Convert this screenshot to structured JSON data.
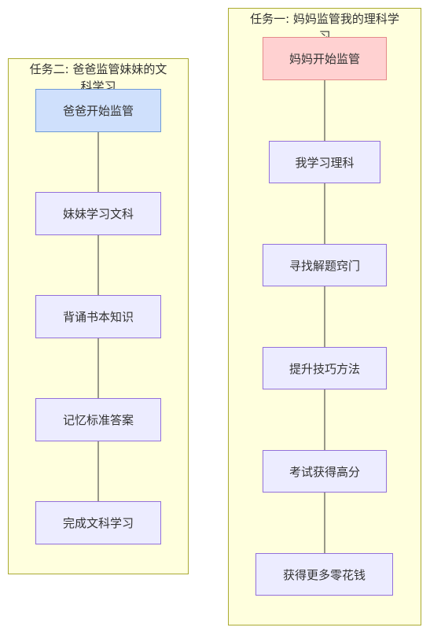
{
  "colors": {
    "cluster_fill": "#ffffde",
    "cluster_border": "#aaaa33",
    "node_fill": "#ececff",
    "node_border": "#9370db",
    "start_dad_fill": "#cfe0fc",
    "start_dad_border": "#6f9bd6",
    "start_mom_fill": "#ffd1d1",
    "start_mom_border": "#e58a8a",
    "edge": "#333333"
  },
  "task2": {
    "title": "任务二: 爸爸监管妹妹的文科学习",
    "nodes": [
      {
        "label": "爸爸开始监管"
      },
      {
        "label": "妹妹学习文科"
      },
      {
        "label": "背诵书本知识"
      },
      {
        "label": "记忆标准答案"
      },
      {
        "label": "完成文科学习"
      }
    ]
  },
  "task1": {
    "title": "任务一: 妈妈监管我的理科学习",
    "nodes": [
      {
        "label": "妈妈开始监管"
      },
      {
        "label": "我学习理科"
      },
      {
        "label": "寻找解题窍门"
      },
      {
        "label": "提升技巧方法"
      },
      {
        "label": "考试获得高分"
      },
      {
        "label": "获得更多零花钱"
      }
    ]
  }
}
